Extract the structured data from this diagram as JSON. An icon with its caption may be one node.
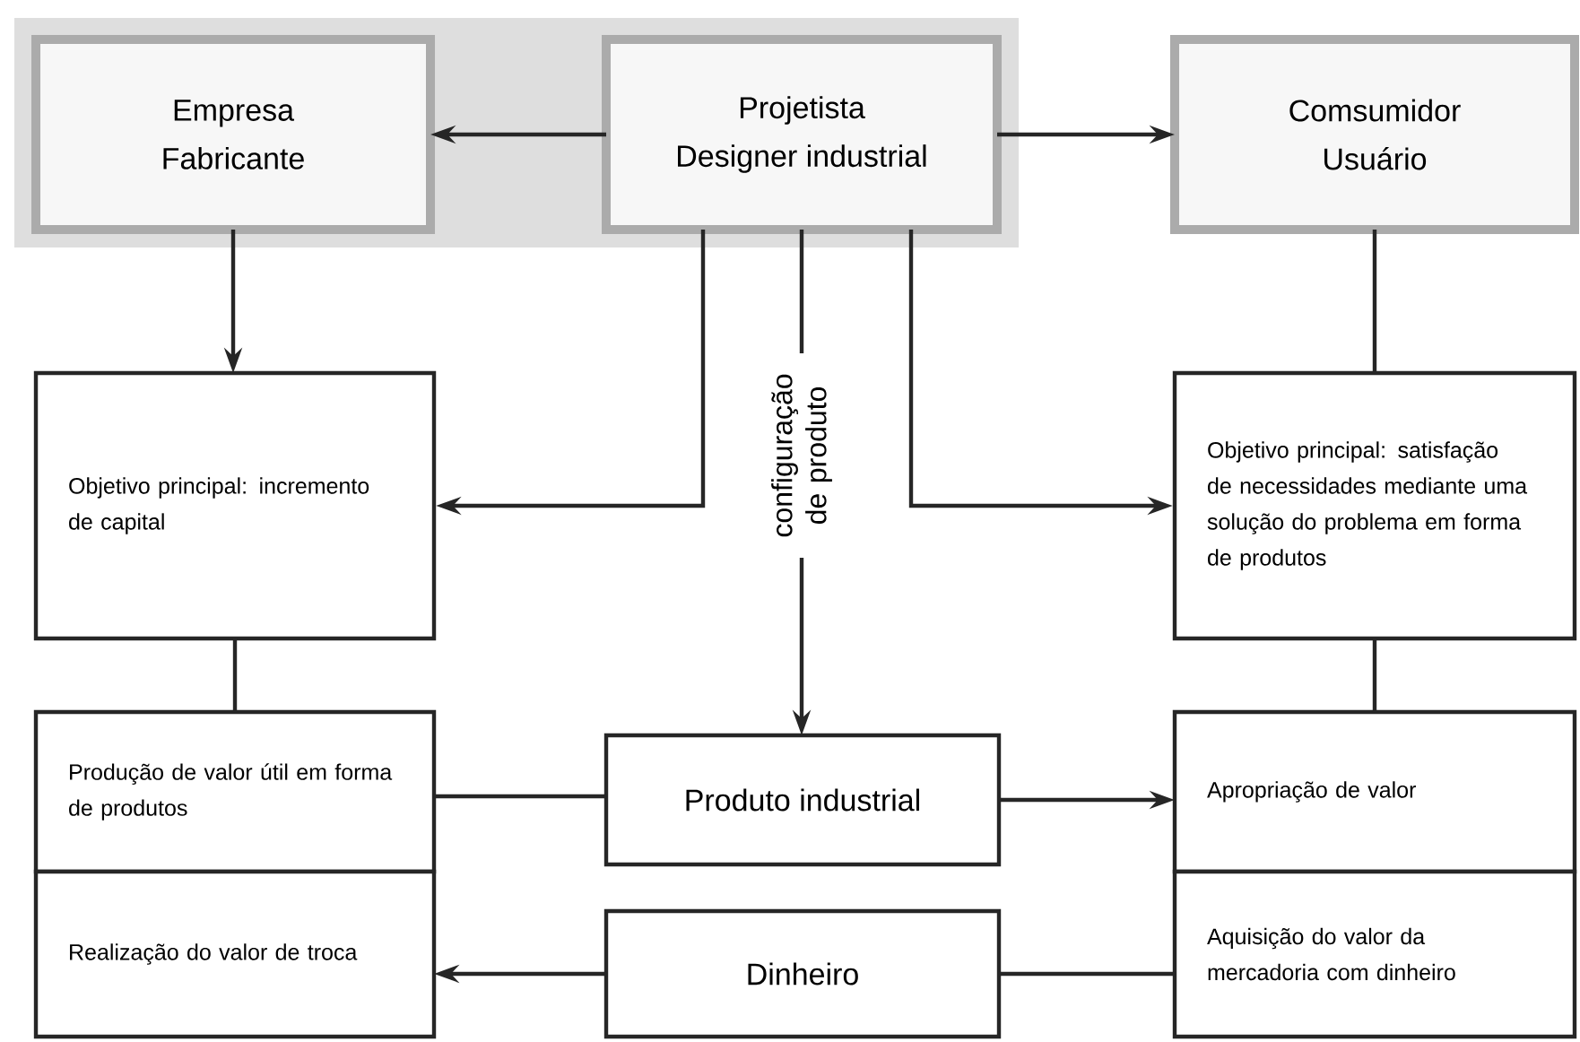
{
  "diagram": {
    "nodes": [
      {
        "text": [
          "Empresa",
          "Fabricante"
        ]
      },
      {
        "text": [
          "Projetista",
          "Designer industrial"
        ]
      },
      {
        "text": [
          "Comsumidor",
          "Usuário"
        ]
      },
      {
        "text": [
          "Objetivo principal: incremento de capital"
        ]
      },
      {
        "text": [
          "Objetivo principal: satisfação de necessidades mediante uma solução do problema em forma de produtos"
        ]
      },
      {
        "text": [
          "Produção de valor útil em forma de produtos"
        ]
      },
      {
        "text": [
          "Produto industrial"
        ]
      },
      {
        "text": [
          "Apropriação de valor"
        ]
      },
      {
        "text": [
          "Realização do valor de troca"
        ]
      },
      {
        "text": [
          "Dinheiro"
        ]
      },
      {
        "text": [
          "Aquisição do valor da mercadoria com dinheiro"
        ]
      }
    ],
    "edges": [
      {
        "from": 1,
        "to": 0,
        "arrow": "to"
      },
      {
        "from": 1,
        "to": 2,
        "arrow": "to"
      },
      {
        "from": 0,
        "to": 3,
        "arrow": "to"
      },
      {
        "from": 1,
        "to": 3,
        "arrow": "to"
      },
      {
        "from": 1,
        "to": 6,
        "arrow": "to",
        "label": "configuração de produto"
      },
      {
        "from": 1,
        "to": 4,
        "arrow": "to"
      },
      {
        "from": 2,
        "to": 4,
        "arrow": "none"
      },
      {
        "from": 3,
        "to": 5,
        "arrow": "none"
      },
      {
        "from": 4,
        "to": 7,
        "arrow": "none"
      },
      {
        "from": 5,
        "to": 6,
        "arrow": "none"
      },
      {
        "from": 6,
        "to": 7,
        "arrow": "to"
      },
      {
        "from": 9,
        "to": 8,
        "arrow": "to"
      },
      {
        "from": 10,
        "to": 9,
        "arrow": "none"
      }
    ]
  }
}
